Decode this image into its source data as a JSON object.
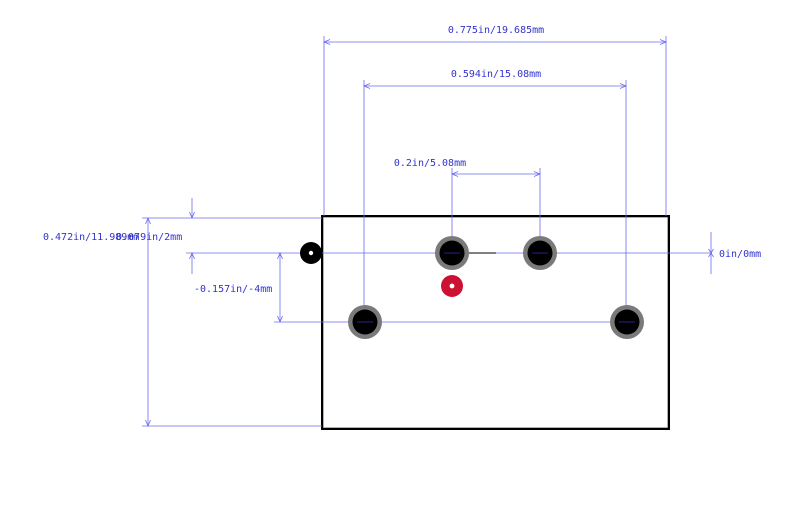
{
  "dimensions": {
    "overall_width": "0.775in/19.685mm",
    "outer_pin_span": "0.594in/15.08mm",
    "pin_pitch": "0.2in/5.08mm",
    "overall_height": "0.472in/11.989mm",
    "top_to_origin": "0.079in/2mm",
    "origin_to_lower_row": "-0.157in/-4mm",
    "origin_ref": "0in/0mm"
  },
  "colors": {
    "dimension": "#6b6bee",
    "dimension_text": "#3333cc",
    "outline": "#000000",
    "outline_inner": "#cc3333",
    "pad_ring": "#7a7a7a",
    "pad_hole": "#000000",
    "origin_marker": "#cc1133",
    "pin1_marker": "#000000"
  }
}
